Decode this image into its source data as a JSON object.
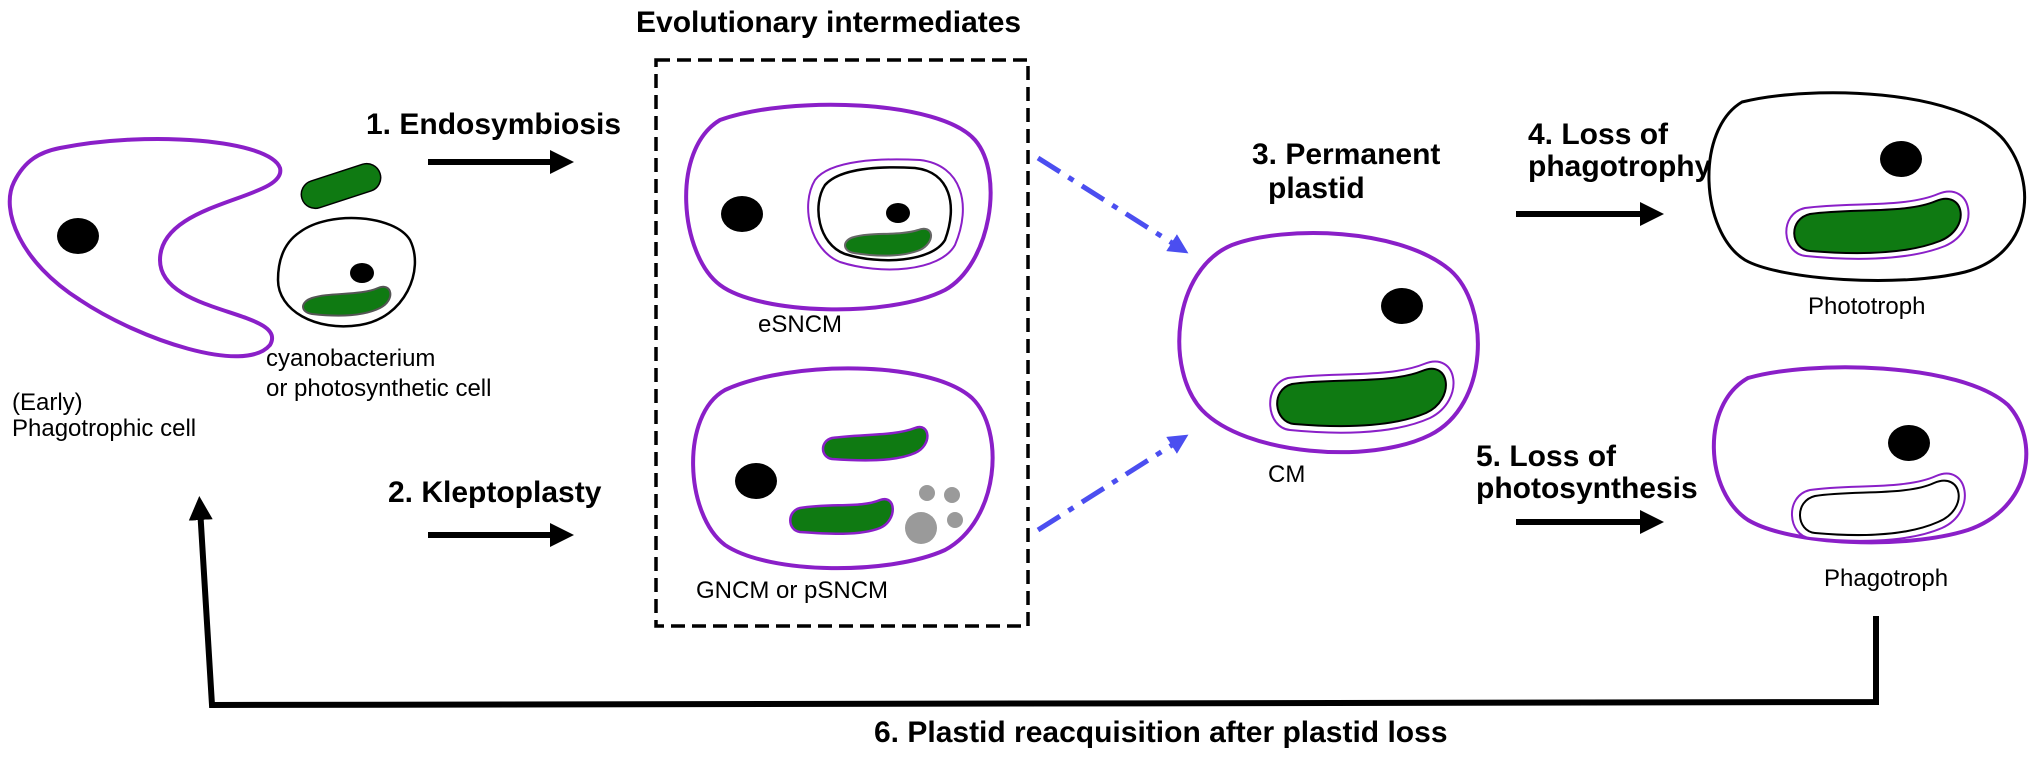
{
  "title": "Evolutionary intermediates",
  "steps": {
    "endosymbiosis": "1. Endosymbiosis",
    "kleptoplasty": "2. Kleptoplasty",
    "permanent_line1": "3. Permanent",
    "permanent_line2": "plastid",
    "loss_phago_line1": "4. Loss of",
    "loss_phago_line2": "phagotrophy",
    "loss_photo_line1": "5. Loss of",
    "loss_photo_line2": "photosynthesis",
    "reacquisition": "6. Plastid reacquisition after plastid loss"
  },
  "labels": {
    "cyano_line1": "cyanobacterium",
    "cyano_line2": "or photosynthetic cell",
    "phagocell_line1": "(Early)",
    "phagocell_line2": "Phagotrophic cell",
    "esncm": "eSNCM",
    "gncm": "GNCM or pSNCM",
    "cm": "CM",
    "phototroph": "Phototroph",
    "phagotroph": "Phagotroph"
  },
  "colors": {
    "cell_membrane": "#8a1fc8",
    "plastid_green": "#0f7a12",
    "dashed_arrow": "#4b4ef0",
    "vesicle_gray": "#9a9a9a"
  }
}
